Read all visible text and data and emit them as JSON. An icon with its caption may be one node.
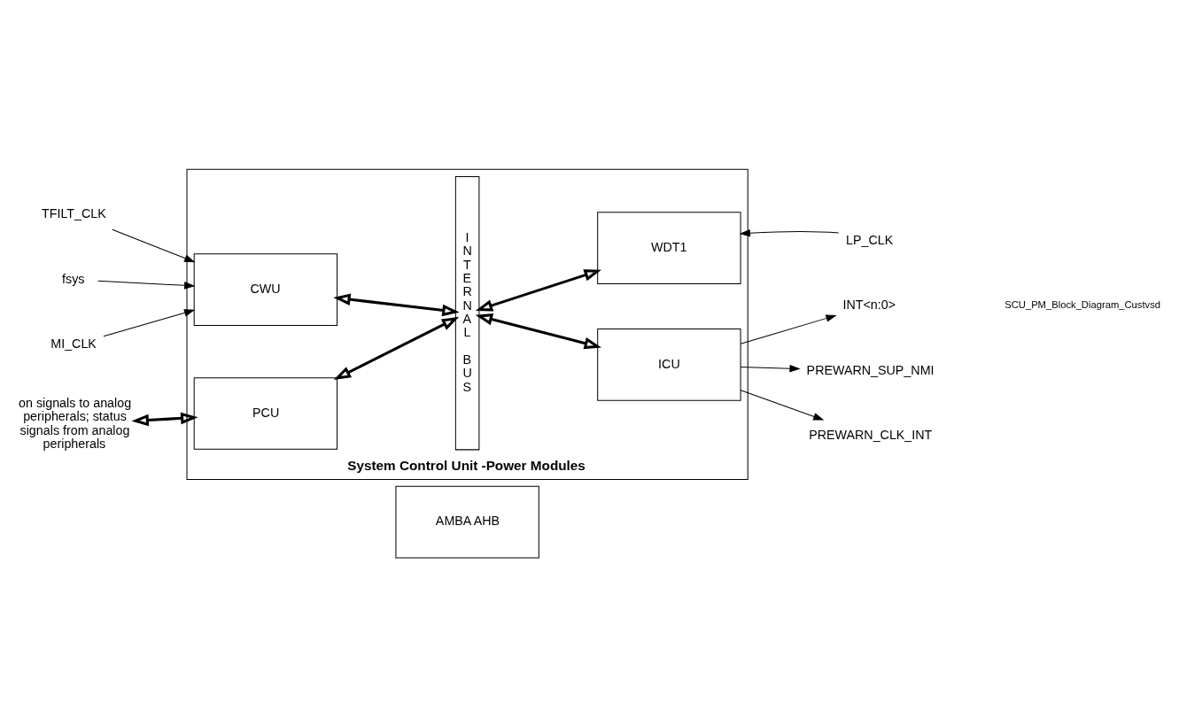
{
  "diagram": {
    "nodes": [
      {
        "text": [
          "System Control Unit -Power Modules"
        ]
      },
      {
        "text": [
          "AMBA AHB"
        ]
      },
      {
        "text": [
          "INTERNAL BUS"
        ],
        "in": 0
      },
      {
        "text": [
          "PCU"
        ],
        "in": 0
      },
      {
        "text": [
          "WDT1"
        ],
        "in": 0
      },
      {
        "text": [
          "CWU"
        ],
        "in": 0
      },
      {
        "text": [
          "ICU"
        ],
        "in": 0
      },
      {
        "text": [
          "on signals to analog peripherals; status signals from analog peripherals"
        ]
      },
      {
        "text": [
          "LP_CLK"
        ]
      },
      {
        "text": [
          "fsys"
        ]
      },
      {
        "text": [
          "MI_CLK"
        ]
      },
      {
        "text": [
          "TFILT_CLK"
        ]
      },
      {
        "text": [
          "PREWARN_SUP_NMI"
        ]
      },
      {
        "text": [
          "PREWARN_CLK_INT"
        ]
      },
      {
        "text": [
          "INT<n:0>"
        ]
      }
    ],
    "edges": [
      {
        "from": 7,
        "to": 3,
        "arrow": "both",
        "style": "thick"
      },
      {
        "from": 3,
        "to": 2,
        "arrow": "both",
        "style": "thick"
      },
      {
        "from": 2,
        "to": 4,
        "arrow": "both",
        "style": "thick"
      },
      {
        "from": 8,
        "to": 4,
        "arrow": "to"
      },
      {
        "from": 9,
        "to": 5,
        "arrow": "to"
      },
      {
        "from": 10,
        "to": 5,
        "arrow": "to"
      },
      {
        "from": 11,
        "to": 5,
        "arrow": "to"
      },
      {
        "from": 5,
        "to": 2,
        "arrow": "both",
        "style": "thick"
      },
      {
        "from": 2,
        "to": 6,
        "arrow": "both",
        "style": "thick"
      },
      {
        "from": 6,
        "to": 12,
        "arrow": "to"
      },
      {
        "from": 6,
        "to": 13,
        "arrow": "to"
      },
      {
        "from": 6,
        "to": 14,
        "arrow": "to"
      }
    ],
    "labels": [
      "SCU_PM_Block_Diagram_Custvsd"
    ]
  }
}
